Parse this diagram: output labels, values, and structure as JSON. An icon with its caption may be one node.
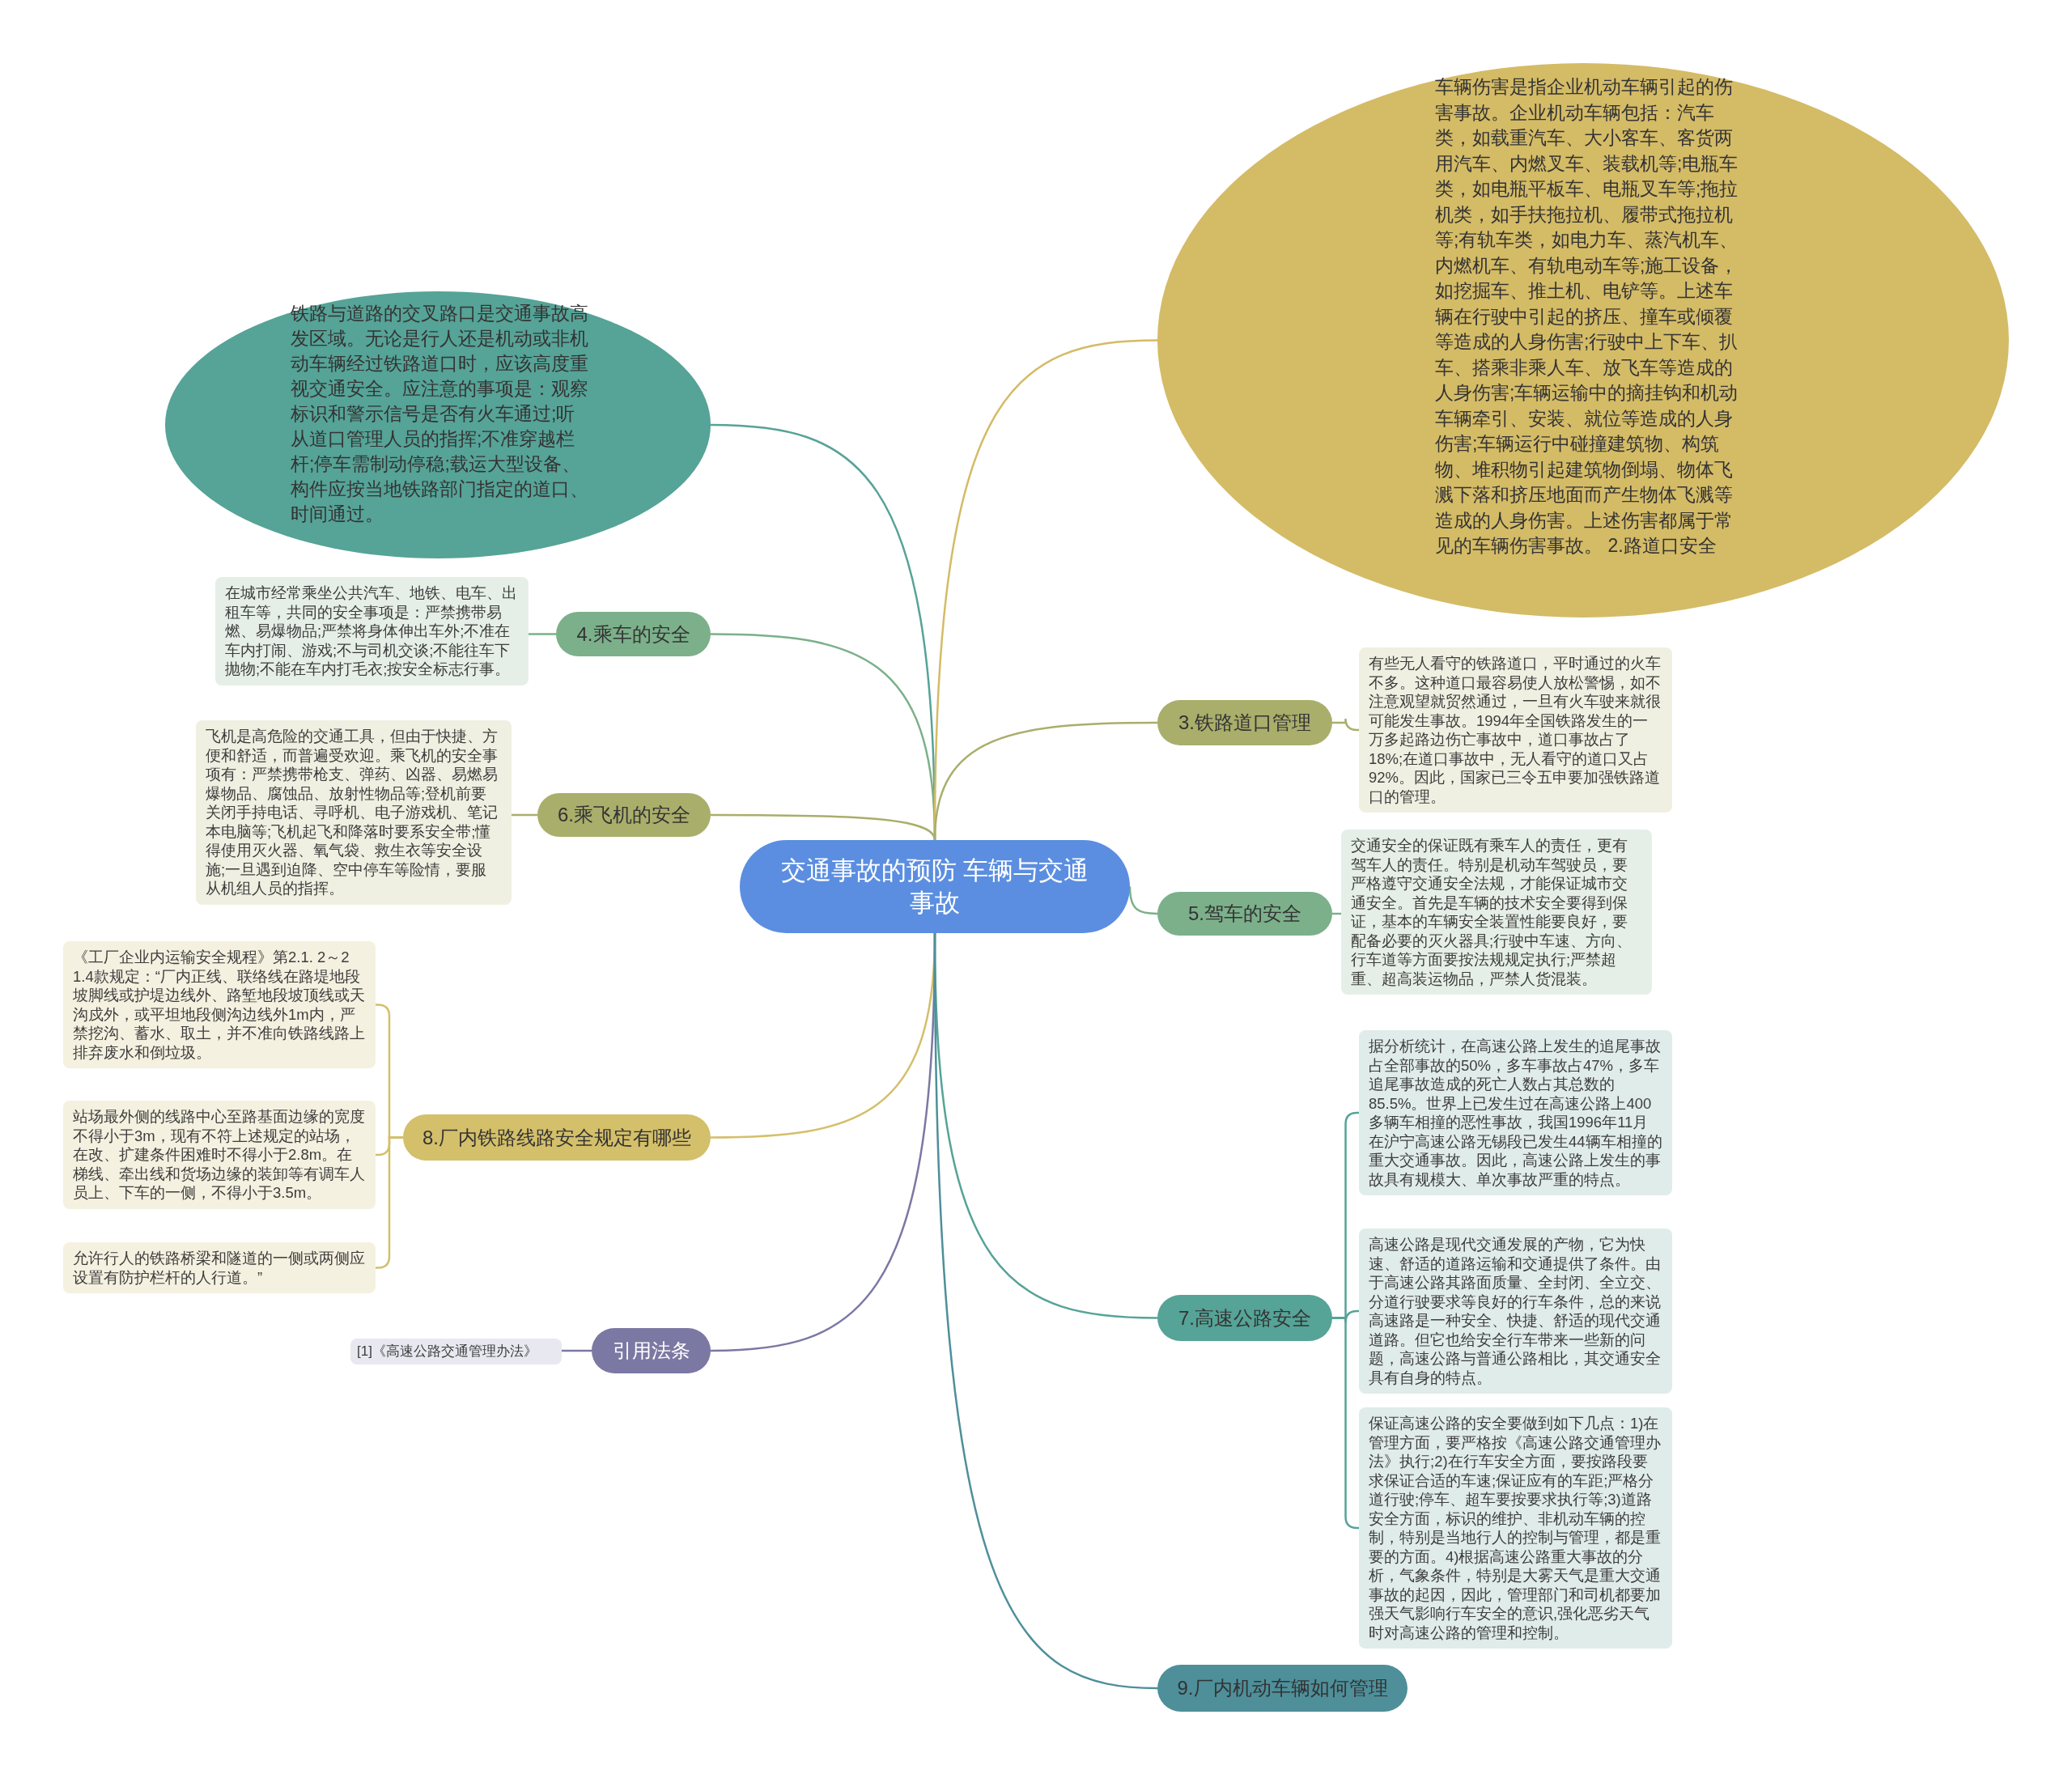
{
  "diagram": {
    "nodes": [
      {
        "text": [
          "交通事故的预防 车辆与交通事故"
        ]
      },
      {
        "text": [
          "铁路与道路的交叉路口是交通事故高发区域。无论是行人还是机动或非机动车辆经过铁路道口时，应该高度重视交通安全。应注意的事项是：观察标识和警示信号是否有火车通过;听从道口管理人员的指挥;不准穿越栏杆;停车需制动停稳;载运大型设备、构件应按当地铁路部门指定的道口、时间通过。"
        ]
      },
      {
        "text": [
          "4.乘车的安全"
        ]
      },
      {
        "text": [
          "在城市经常乘坐公共汽车、地铁、电车、出租车等，共同的安全事项是：严禁携带易燃、易爆物品;严禁将身体伸出车外;不准在车内打闹、游戏;不与司机交谈;不能往车下抛物;不能在车内打毛衣;按安全标志行事。"
        ]
      },
      {
        "text": [
          "6.乘飞机的安全"
        ]
      },
      {
        "text": [
          "飞机是高危险的交通工具，但由于快捷、方便和舒适，而普遍受欢迎。乘飞机的安全事项有：严禁携带枪支、弹药、凶器、易燃易爆物品、腐蚀品、放射性物品等;登机前要关闭手持电话、寻呼机、电子游戏机、笔记本电脑等;飞机起飞和降落时要系安全带;懂得使用灭火器、氧气袋、救生衣等安全设施;一旦遇到迫降、空中停车等险情，要服从机组人员的指挥。"
        ]
      },
      {
        "text": [
          "8.厂内铁路线路安全规定有哪些"
        ]
      },
      {
        "text": [
          "《工厂企业内运输安全规程》第2.1. 2～2 1.4款规定：“厂内正线、联络线在路堤地段坡脚线或护堤边线外、路堑地段坡顶线或天沟戍外，或平坦地段侧沟边线外1m内，严禁挖沟、蓄水、取土，并不准向铁路线路上排弃废水和倒垃圾。"
        ]
      },
      {
        "text": [
          "站场最外侧的线路中心至路基面边缘的宽度不得小于3m，现有不符上述规定的站场，在改、扩建条件困难时不得小于2.8m。在梯线、牵出线和货场边缘的装卸等有调车人员上、下车的一侧，不得小于3.5m。"
        ]
      },
      {
        "text": [
          "允许行人的铁路桥梁和隧道的一侧或两侧应设置有防护栏杆的人行道。”"
        ]
      },
      {
        "text": [
          "引用法条"
        ]
      },
      {
        "text": [
          "[1]《高速公路交通管理办法》"
        ]
      },
      {
        "text": [
          "车辆伤害是指企业机动车辆引起的伤害事故。企业机动车辆包括：汽车类，如载重汽车、大小客车、客货两用汽车、内燃叉车、装载机等;电瓶车类，如电瓶平板车、电瓶叉车等;拖拉机类，如手扶拖拉机、履带式拖拉机等;有轨车类，如电力车、蒸汽机车、内燃机车、有轨电动车等;施工设备，如挖掘车、推土机、电铲等。上述车辆在行驶中引起的挤压、撞车或倾覆等造成的人身伤害;行驶中上下车、扒车、搭乘非乘人车、放飞车等造成的人身伤害;车辆运输中的摘挂钩和机动车辆牵引、安装、就位等造成的人身伤害;车辆运行中碰撞建筑物、构筑物、堆积物引起建筑物倒塌、物体飞溅下落和挤压地面而产生物体飞溅等造成的人身伤害。上述伤害都属于常见的车辆伤害事故。 2.路道口安全"
        ]
      },
      {
        "text": [
          "3.铁路道口管理"
        ]
      },
      {
        "text": [
          "有些无人看守的铁路道口，平时通过的火车不多。这种道口最容易使人放松警惕，如不注意观望就贸然通过，一旦有火车驶来就很可能发生事故。1994年全国铁路发生的一万多起路边伤亡事故中，道口事故占了18%;在道口事故中，无人看守的道口又占92%。因此，国家已三令五申要加强铁路道口的管理。"
        ]
      },
      {
        "text": [
          "5.驾车的安全"
        ]
      },
      {
        "text": [
          "交通安全的保证既有乘车人的责任，更有驾车人的责任。特别是机动车驾驶员，要严格遵守交通安全法规，才能保证城市交通安全。首先是车辆的技术安全要得到保证，基本的车辆安全装置性能要良好，要配备必要的灭火器具;行驶中车速、方向、行车道等方面要按法规规定执行;严禁超重、超高装运物品，严禁人货混装。"
        ]
      },
      {
        "text": [
          "7.高速公路安全"
        ]
      },
      {
        "text": [
          "据分析统计，在高速公路上发生的追尾事故占全部事故的50%，多车事故占47%，多车追尾事故造成的死亡人数占其总数的85.5%。世界上已发生过在高速公路上400多辆车相撞的恶性事故，我国1996年11月在沪宁高速公路无锡段已发生44辆车相撞的重大交通事故。因此，高速公路上发生的事故具有规模大、单次事故严重的特点。"
        ]
      },
      {
        "text": [
          "高速公路是现代交通发展的产物，它为快速、舒适的道路运输和交通提供了条件。由于高速公路其路面质量、全封闭、全立交、分道行驶要求等良好的行车条件，总的来说高速路是一种安全、快捷、舒适的现代交通道路。但它也给安全行车带来一些新的问题，高速公路与普通公路相比，其交通安全具有自身的特点。"
        ]
      },
      {
        "text": [
          "保证高速公路的安全要做到如下几点：1)在管理方面，要严格按《高速公路交通管理办法》执行;2)在行车安全方面，要按路段要求保证合适的车速;保证应有的车距;严格分道行驶;停车、超车要按要求执行等;3)道路安全方面，标识的维护、非机动车辆的控制，特别是当地行人的控制与管理，都是重要的方面。4)根据高速公路重大事故的分析，气象条件，特别是大雾天气是重大交通事故的起因，因此，管理部门和司机都要加强天气影响行车安全的意识,强化恶劣天气时对高速公路的管理和控制。"
        ]
      },
      {
        "text": [
          "9.厂内机动车辆如何管理"
        ]
      }
    ],
    "edges": [
      {
        "from": 0,
        "to": 1,
        "arrow": "none",
        "color": "#56a397"
      },
      {
        "from": 0,
        "to": 2,
        "arrow": "none",
        "color": "#7bb08a"
      },
      {
        "from": 2,
        "to": 3,
        "arrow": "none",
        "color": "#7bb08a"
      },
      {
        "from": 0,
        "to": 4,
        "arrow": "none",
        "color": "#a9ae6b"
      },
      {
        "from": 4,
        "to": 5,
        "arrow": "none",
        "color": "#a9ae6b"
      },
      {
        "from": 0,
        "to": 6,
        "arrow": "none",
        "color": "#d4bf6a"
      },
      {
        "from": 6,
        "to": 7,
        "arrow": "none",
        "color": "#d4bf6a"
      },
      {
        "from": 6,
        "to": 8,
        "arrow": "none",
        "color": "#d4bf6a"
      },
      {
        "from": 6,
        "to": 9,
        "arrow": "none",
        "color": "#d4bf6a"
      },
      {
        "from": 0,
        "to": 10,
        "arrow": "none",
        "color": "#7b78a3"
      },
      {
        "from": 10,
        "to": 11,
        "arrow": "none",
        "color": "#7b78a3"
      },
      {
        "from": 0,
        "to": 12,
        "arrow": "none",
        "color": "#d4bb66"
      },
      {
        "from": 0,
        "to": 13,
        "arrow": "none",
        "color": "#a9ae6b"
      },
      {
        "from": 13,
        "to": 14,
        "arrow": "none",
        "color": "#a9ae6b"
      },
      {
        "from": 0,
        "to": 15,
        "arrow": "none",
        "color": "#7bb08a"
      },
      {
        "from": 15,
        "to": 16,
        "arrow": "none",
        "color": "#7bb08a"
      },
      {
        "from": 0,
        "to": 17,
        "arrow": "none",
        "color": "#56a397"
      },
      {
        "from": 17,
        "to": 18,
        "arrow": "none",
        "color": "#56a397"
      },
      {
        "from": 17,
        "to": 19,
        "arrow": "none",
        "color": "#56a397"
      },
      {
        "from": 17,
        "to": 20,
        "arrow": "none",
        "color": "#56a397"
      },
      {
        "from": 0,
        "to": 21,
        "arrow": "none",
        "color": "#4e8f9a"
      }
    ]
  }
}
